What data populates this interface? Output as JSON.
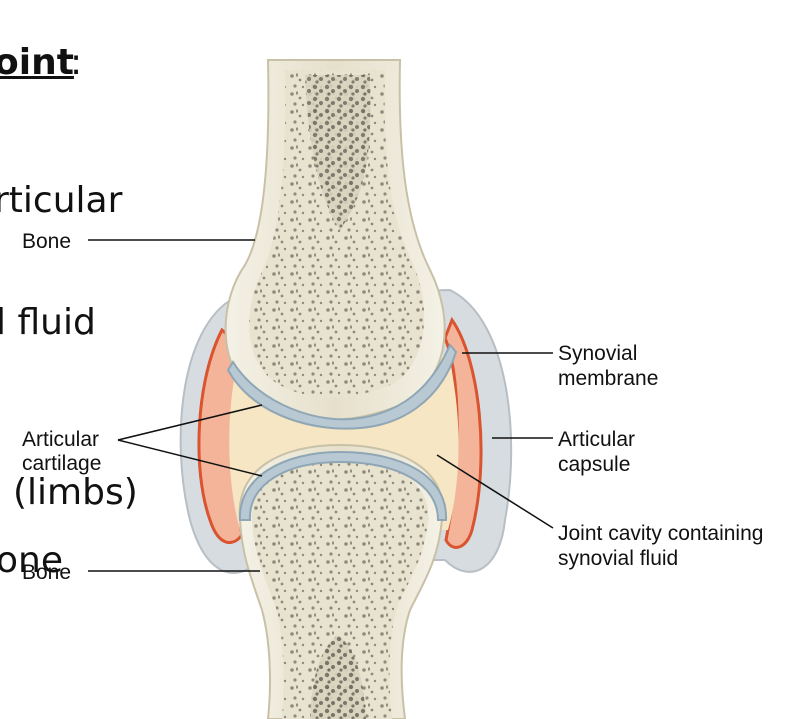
{
  "slide": {
    "title": "oint",
    "title_colon": ":",
    "bullets": [
      "rticular",
      "l fluid",
      "(limbs)",
      "one"
    ]
  },
  "labels": {
    "bone_top": "Bone",
    "bone_bottom": "Bone",
    "articular_cartilage": [
      "Articular",
      "cartilage"
    ],
    "synovial_membrane": [
      "Synovial",
      "membrane"
    ],
    "articular_capsule": [
      "Articular",
      "capsule"
    ],
    "joint_cavity": [
      "Joint cavity containing",
      "synovial fluid"
    ]
  },
  "colors": {
    "bone": "#e8e3cf",
    "spongy_bone": "#8f8a7c",
    "cartilage": "#b8c9d4",
    "synovial_fluid": "#f6e6c3",
    "membrane": "#e67a5c",
    "capsule": "#d6dce0"
  }
}
